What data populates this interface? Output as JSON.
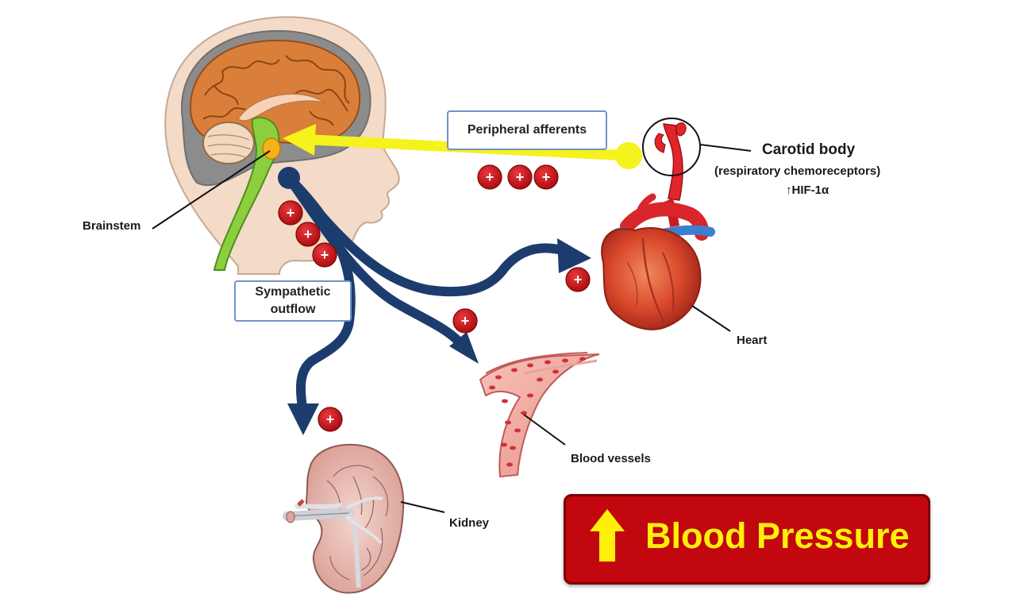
{
  "labels": {
    "peripheral_afferents": "Peripheral afferents",
    "carotid_body": "Carotid body",
    "respiratory_chemoreceptors": "(respiratory chemoreceptors)",
    "hif": "↑HIF-1α",
    "brainstem": "Brainstem",
    "sympathetic_outflow_line1": "Sympathetic",
    "sympathetic_outflow_line2": "outflow",
    "heart": "Heart",
    "blood_vessels": "Blood vessels",
    "kidney": "Kidney",
    "blood_pressure": "Blood Pressure",
    "plus_sign": "+"
  },
  "colors": {
    "afferent_arrow": "#f5f21c",
    "efferent_arrow": "#1d3c6e",
    "plus_badge": "#c40d12",
    "box_border": "#6f93c9",
    "bp_panel": "#c2070f",
    "bp_text": "#ffef0a"
  },
  "icons": [
    "head-brain-illustration",
    "carotid-artery-illustration",
    "heart-illustration",
    "blood-vessel-illustration",
    "kidney-illustration",
    "up-arrow-icon"
  ]
}
